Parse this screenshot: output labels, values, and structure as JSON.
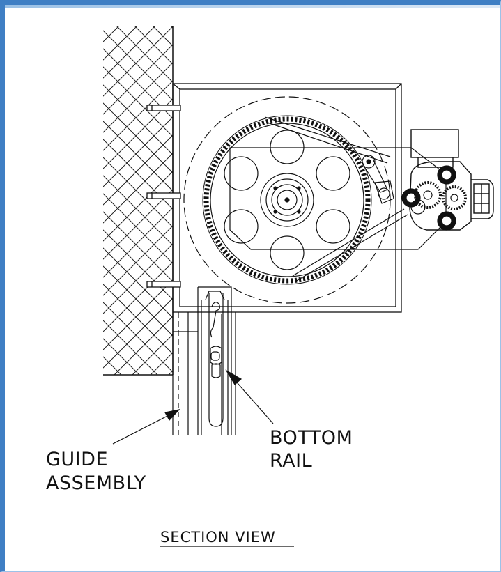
{
  "drawing": {
    "title": "SECTION VIEW",
    "labels": {
      "guide_line1": "GUIDE",
      "guide_line2": "ASSEMBLY",
      "rail_line1": "BOTTOM",
      "rail_line2": "RAIL"
    }
  },
  "colors": {
    "frame": "#3f7fc4",
    "line": "#111111"
  }
}
